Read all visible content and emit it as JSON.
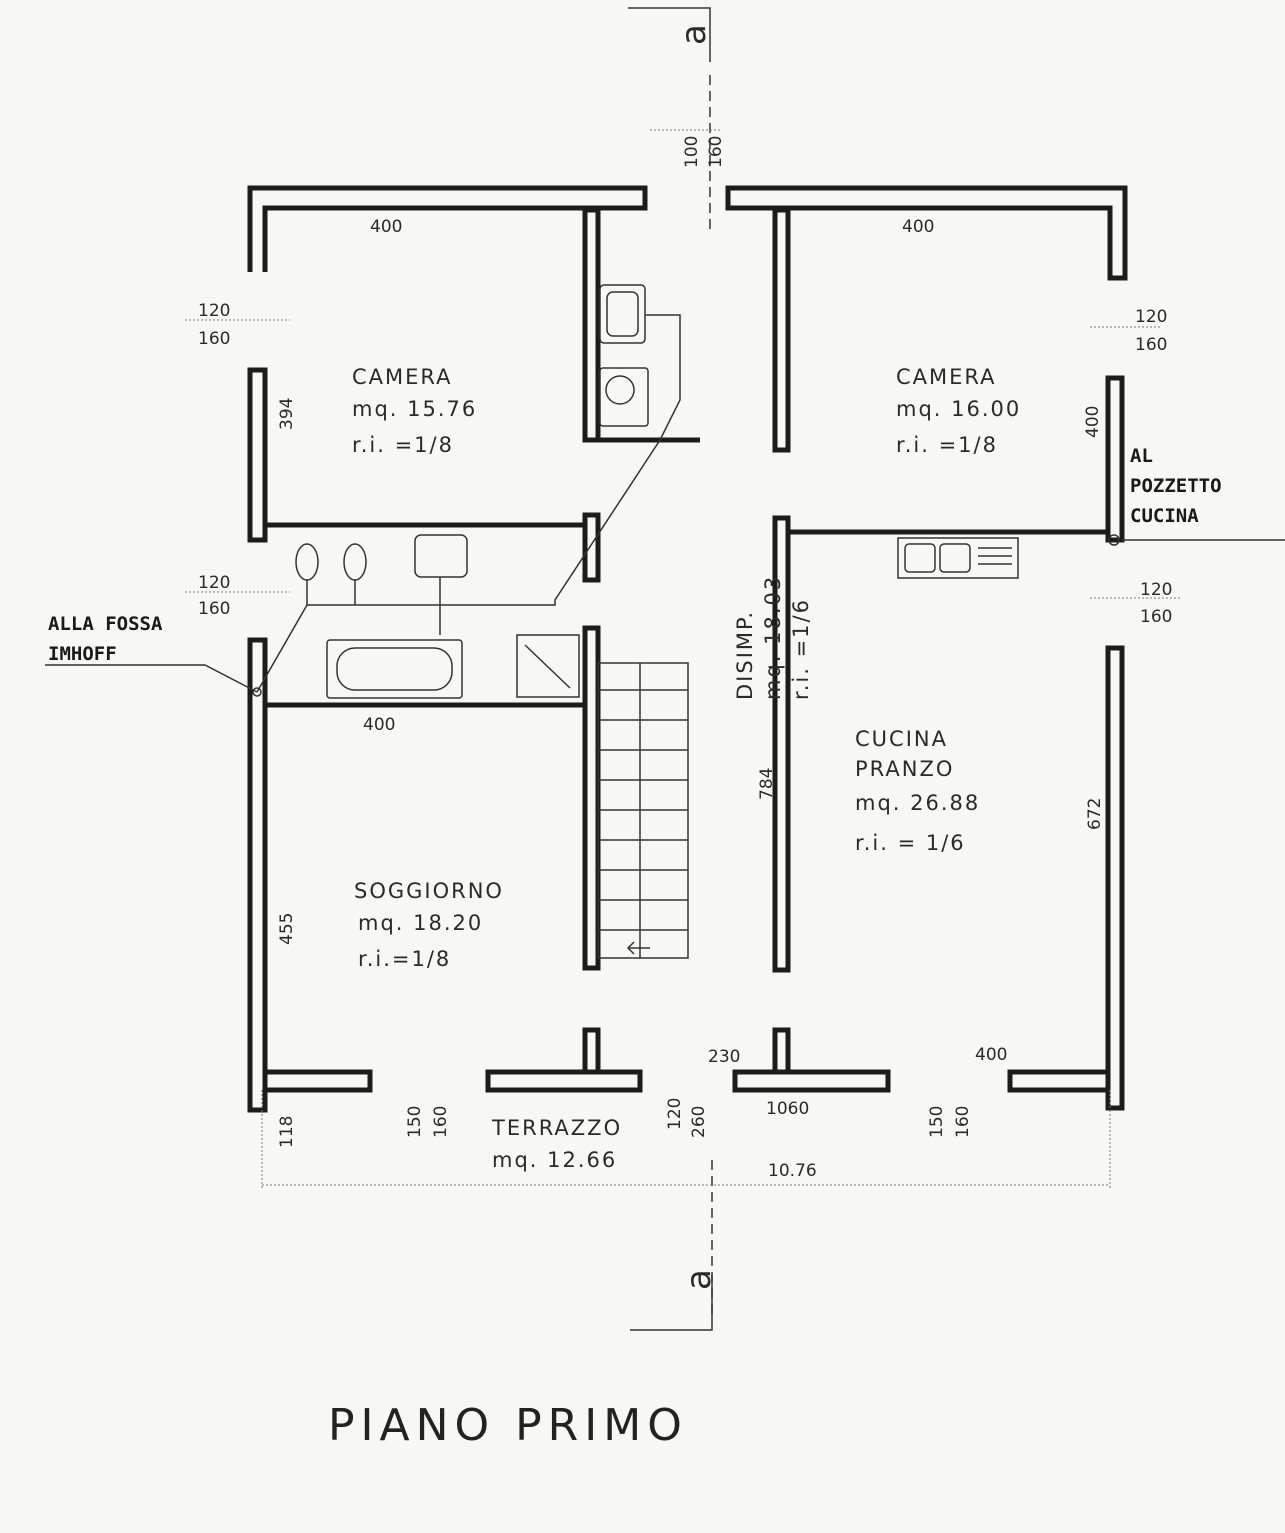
{
  "title": "PIANO PRIMO",
  "section_label": "a",
  "rooms": {
    "camera_left": {
      "name": "CAMERA",
      "area": "mq. 15.76",
      "ri": "r.i. =1/8"
    },
    "camera_right": {
      "name": "CAMERA",
      "area": "mq. 16.00",
      "ri": "r.i. =1/8"
    },
    "disimp": {
      "name": "DISIMP.",
      "area": "mq. 18.03",
      "ri": "r.i. =1/6"
    },
    "cucina": {
      "name1": "CUCINA",
      "name2": "PRANZO",
      "area": "mq. 26.88",
      "ri": "r.i. = 1/6"
    },
    "soggiorno": {
      "name": "SOGGIORNO",
      "area": "mq. 18.20",
      "ri": "r.i.=1/8"
    },
    "terrazzo": {
      "name": "TERRAZZO",
      "area": "mq. 12.66"
    }
  },
  "notes": {
    "fossa_1": "ALLA FOSSA",
    "fossa_2": "IMHOFF",
    "pozzetto_1": "AL",
    "pozzetto_2": "POZZETTO",
    "pozzetto_3": "CUCINA"
  },
  "dimensions": {
    "top_100": "100",
    "top_160": "160",
    "top_left_400": "400",
    "top_right_400": "400",
    "left_120": "120",
    "left_160": "160",
    "right_120": "120",
    "right_160": "160",
    "v_394": "394",
    "v_400": "400",
    "mid_left_120": "120",
    "mid_left_160": "160",
    "mid_right_120": "120",
    "mid_right_160": "160",
    "bath_400": "400",
    "v_784": "784",
    "v_672": "672",
    "v_455": "455",
    "d_230": "230",
    "d_400": "400",
    "b_118": "118",
    "b_150a": "150",
    "b_160a": "160",
    "b_120": "120",
    "b_260": "260",
    "b_1060": "1060",
    "b_150b": "150",
    "b_160b": "160",
    "b_1076": "10.76"
  }
}
